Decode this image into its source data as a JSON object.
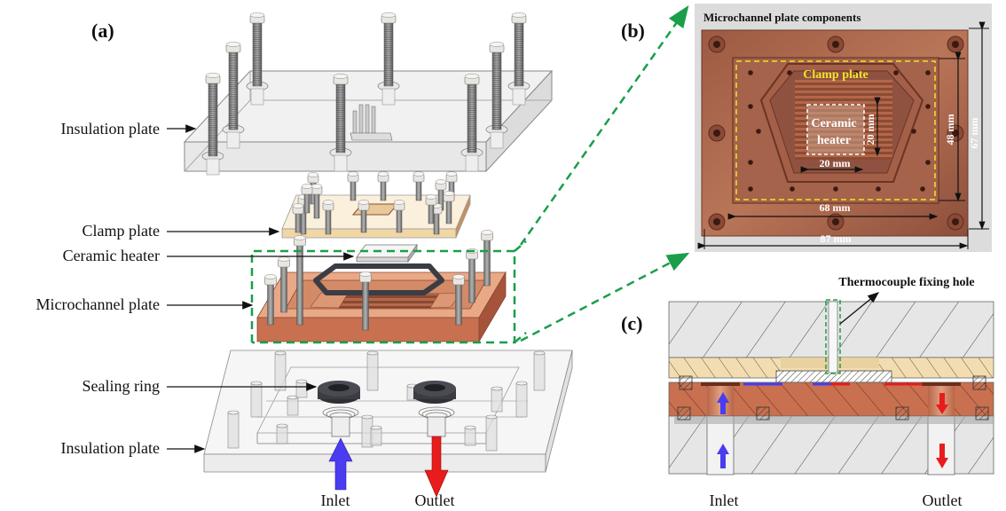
{
  "panels": {
    "a": "(a)",
    "b": "(b)",
    "c": "(c)"
  },
  "panel_a": {
    "labels": {
      "insulation_top": "Insulation plate",
      "clamp_plate": "Clamp plate",
      "ceramic_heater": "Ceramic heater",
      "microchannel_plate": "Microchannel plate",
      "sealing_ring": "Sealing ring",
      "insulation_bottom": "Insulation plate",
      "inlet": "Inlet",
      "outlet": "Outlet"
    }
  },
  "panel_b": {
    "title": "Microchannel plate components",
    "clamp_plate": "Clamp plate",
    "heater_line1": "Ceramic",
    "heater_line2": "heater",
    "dims": {
      "heater_width": "20 mm",
      "heater_height": "20 mm",
      "inner_width": "68 mm",
      "inner_height": "48 mm",
      "outer_width": "87 mm",
      "outer_height": "67 mm"
    }
  },
  "panel_c": {
    "thermocouple": "Thermocouple fixing hole",
    "inlet": "Inlet",
    "outlet": "Outlet"
  },
  "colors": {
    "copper": "#c8704f",
    "copper_dark": "#a5533a",
    "clamp": "#f3ddb0",
    "insulation": "#e6e6e6",
    "dashed_green": "#1a9e4a",
    "inlet_blue": "#4a3cf0",
    "outlet_red": "#e81c1c",
    "label_yellow": "#f1e32a"
  }
}
